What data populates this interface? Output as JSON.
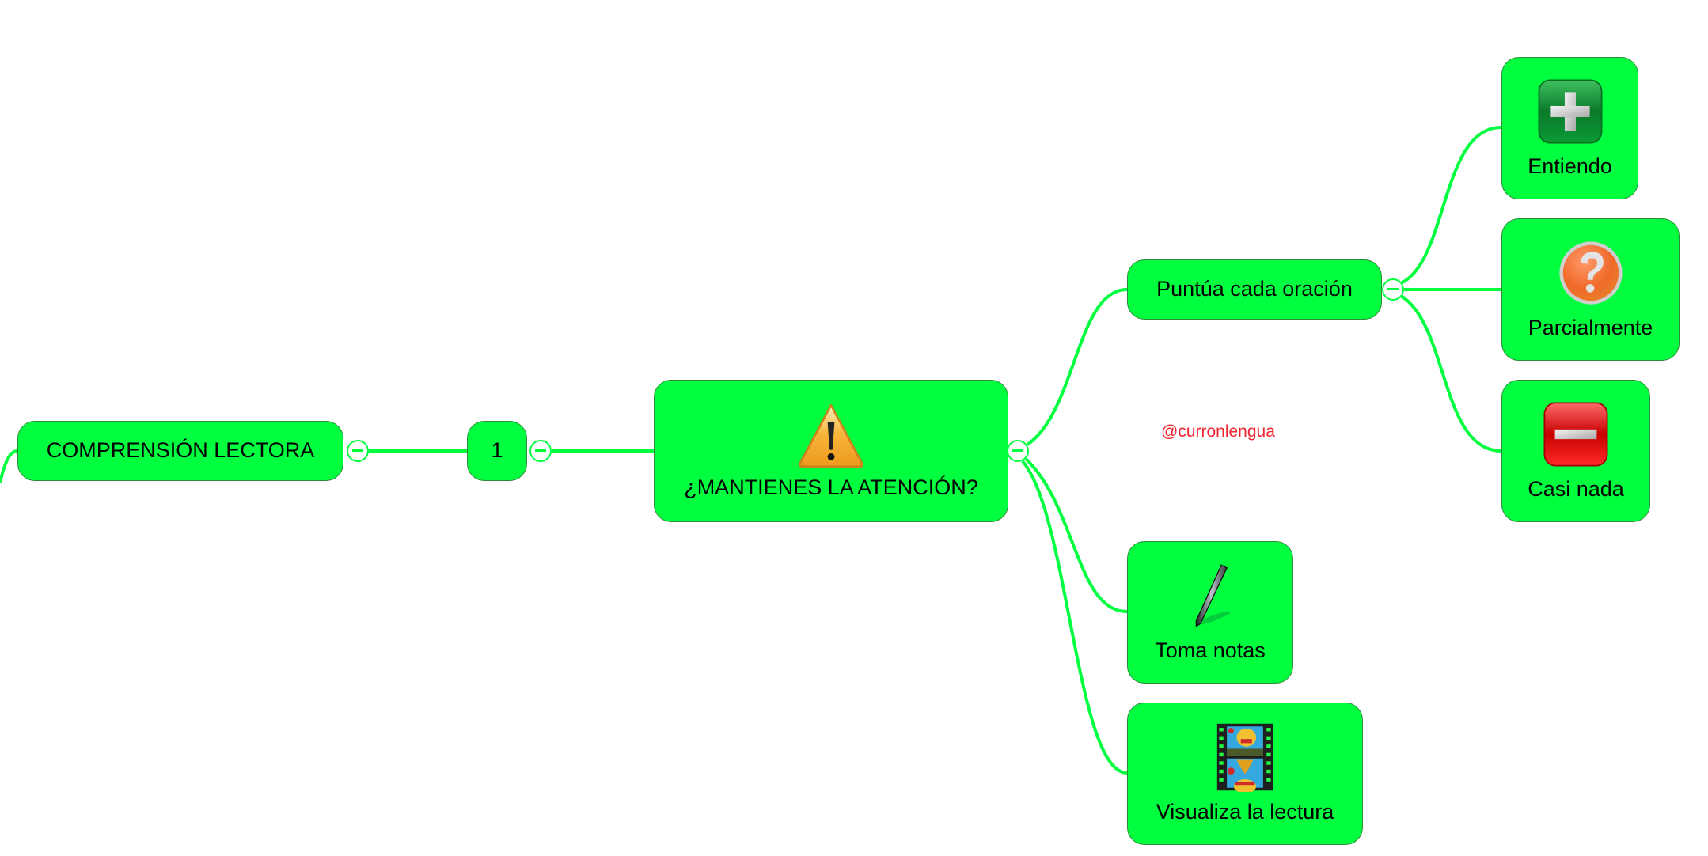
{
  "map": {
    "link_color": "#00ff3f",
    "node_color": "#00ff3f",
    "root": {
      "label": "COMPRENSIÓN LECTORA"
    },
    "level1": {
      "label": "1"
    },
    "topic": {
      "label": "¿MANTIENES LA ATENCIÓN?",
      "icon": "warning-icon"
    },
    "branches": [
      {
        "label": "Puntúa cada oración",
        "children": [
          {
            "label": "Entiendo",
            "icon": "plus-button-icon"
          },
          {
            "label": "Parcialmente",
            "icon": "question-icon"
          },
          {
            "label": "Casi nada",
            "icon": "minus-button-icon"
          }
        ]
      },
      {
        "label": "Toma notas",
        "icon": "pen-icon"
      },
      {
        "label": "Visualiza la lectura",
        "icon": "film-strip-icon"
      }
    ],
    "watermark": {
      "text": "@curronlengua",
      "color": "#f0242f"
    }
  }
}
